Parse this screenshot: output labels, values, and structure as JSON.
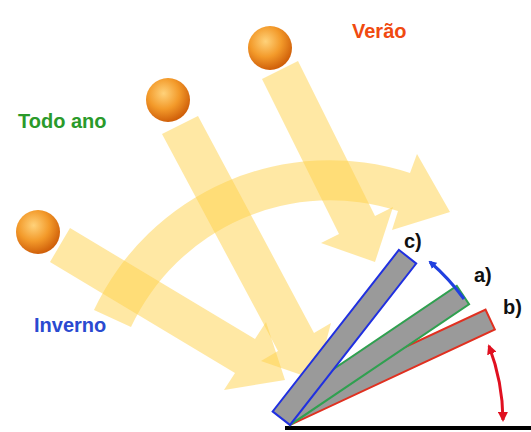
{
  "diagram": {
    "labels": [
      "Verão",
      "Todo ano",
      "Inverno",
      "c)",
      "a)",
      "b)"
    ]
  }
}
